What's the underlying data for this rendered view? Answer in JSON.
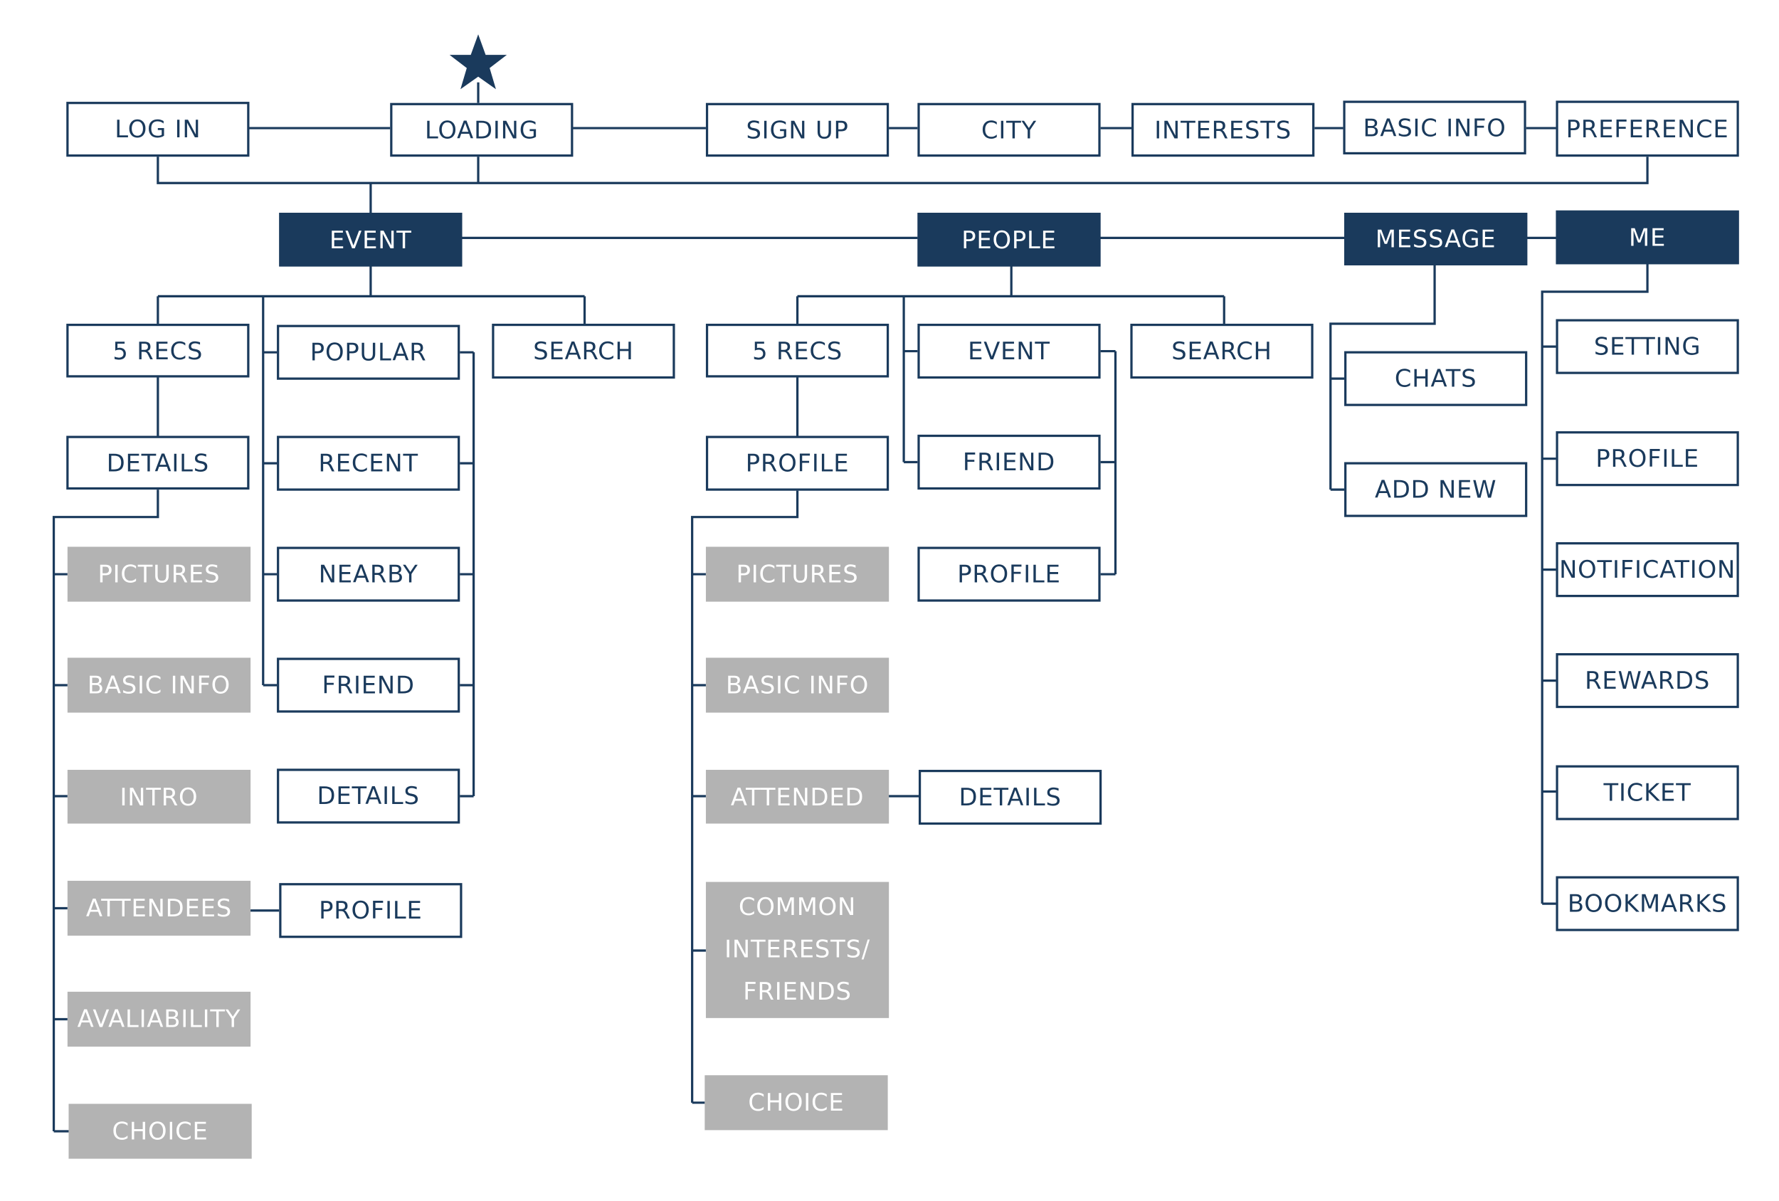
{
  "colors": {
    "navy": "#1a3a5c",
    "gray": "#b3b3b3",
    "white": "#ffffff"
  },
  "start_marker_icon": "star-icon",
  "onboarding": {
    "log_in": "LOG IN",
    "loading": "LOADING",
    "sign_up": "SIGN UP",
    "city": "CITY",
    "interests": "INTERESTS",
    "basic_info": "BASIC INFO",
    "preference": "PREFERENCE"
  },
  "main_nav": {
    "event": "EVENT",
    "people": "PEOPLE",
    "message": "MESSAGE",
    "me": "ME"
  },
  "event": {
    "five_recs": "5 RECS",
    "details": "DETAILS",
    "detail_items": [
      "PICTURES",
      "BASIC INFO",
      "INTRO",
      "ATTENDEES",
      "AVALIABILITY",
      "CHOICE"
    ],
    "popular": "POPULAR",
    "popular_items": [
      "RECENT",
      "NEARBY",
      "FRIEND",
      "DETAILS"
    ],
    "search": "SEARCH",
    "attendee_profile": "PROFILE"
  },
  "people": {
    "five_recs": "5 RECS",
    "profile": "PROFILE",
    "profile_items": [
      "PICTURES",
      "BASIC INFO",
      "ATTENDED",
      "COMMON\nINTERESTS/\nFRIENDS",
      "CHOICE"
    ],
    "attended_details": "DETAILS",
    "event": "EVENT",
    "event_items": [
      "FRIEND",
      "PROFILE"
    ],
    "search": "SEARCH"
  },
  "message": {
    "chats": "CHATS",
    "add_new": "ADD NEW"
  },
  "me": {
    "items": [
      "SETTING",
      "PROFILE",
      "NOTIFICATION",
      "REWARDS",
      "TICKET",
      "BOOKMARKS"
    ]
  }
}
